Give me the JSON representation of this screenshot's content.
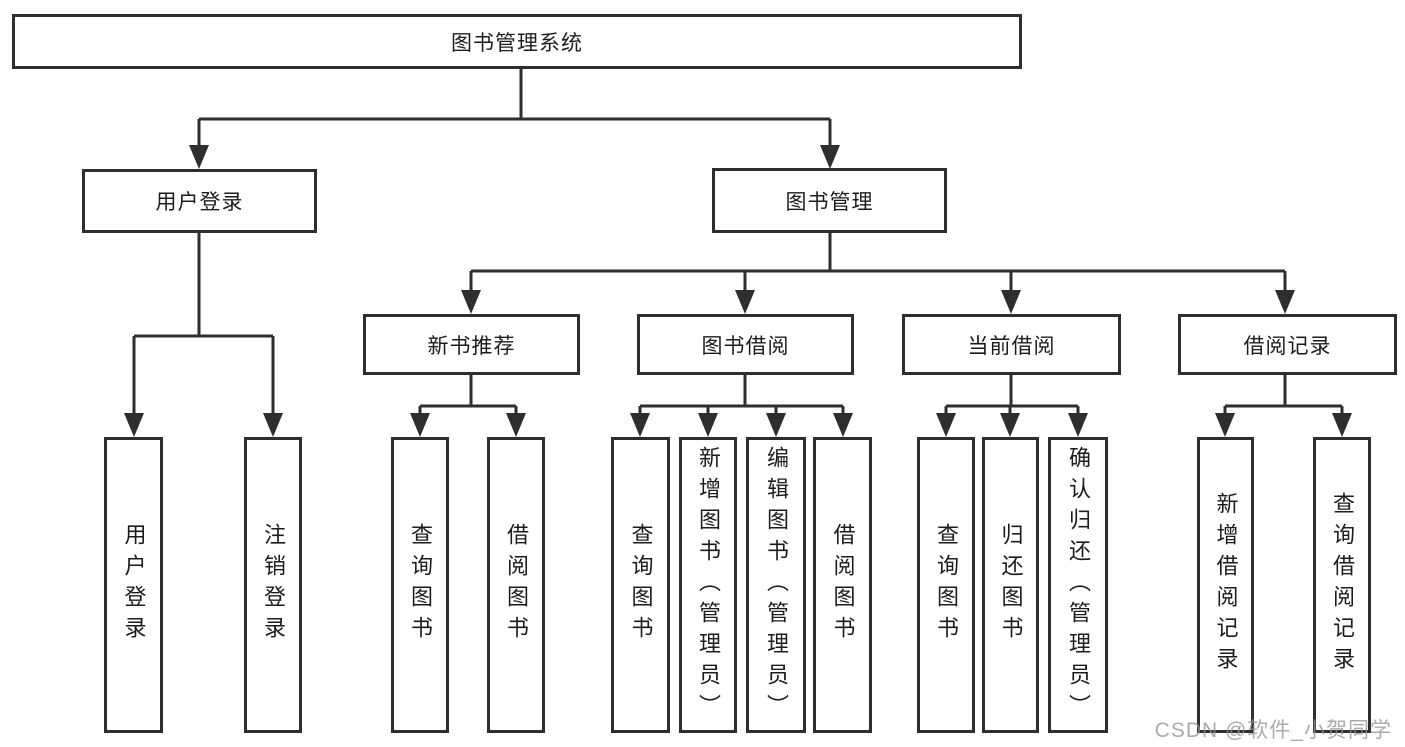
{
  "title": {
    "label": "图书管理系统"
  },
  "level2": {
    "user_login": {
      "label": "用户登录"
    },
    "book_management": {
      "label": "图书管理"
    }
  },
  "level3": {
    "new_book_recommendation": {
      "label": "新书推荐"
    },
    "book_borrowing": {
      "label": "图书借阅"
    },
    "current_borrowing": {
      "label": "当前借阅"
    },
    "borrowing_records": {
      "label": "借阅记录"
    }
  },
  "leaves": {
    "user_login": [
      "用户登录",
      "注销登录"
    ],
    "new_book_recommendation": [
      "查询图书",
      "借阅图书"
    ],
    "book_borrowing": [
      "查询图书",
      "新增图书（管理员）",
      "编辑图书（管理员）",
      "借阅图书"
    ],
    "current_borrowing": [
      "查询图书",
      "归还图书",
      "确认归还（管理员）"
    ],
    "borrowing_records": [
      "新增借阅记录",
      "查询借阅记录"
    ]
  },
  "watermark": {
    "text": "CSDN @软件_小贺同学"
  },
  "colors": {
    "line": "#2e2e2e",
    "box_border": "#2e2e2e",
    "background": "#ffffff",
    "text": "#1c1c1c",
    "watermark": "#949494"
  }
}
